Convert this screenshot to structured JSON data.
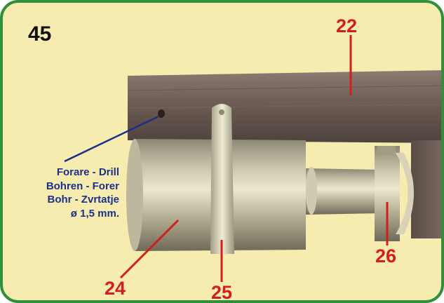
{
  "step_number": "45",
  "callouts": {
    "part_22": "22",
    "part_24": "24",
    "part_25": "25",
    "part_26": "26"
  },
  "drill_note": {
    "line1": "Forare - Drill",
    "line2": "Bohren - Forer",
    "line3": "Bohr - Zvrtatje",
    "line4": "ø 1,5 mm."
  },
  "colors": {
    "frame_border": "#2f8f3a",
    "background": "#f6ecb0",
    "callout_red": "#d21e1e",
    "note_blue": "#1c2f8a"
  }
}
